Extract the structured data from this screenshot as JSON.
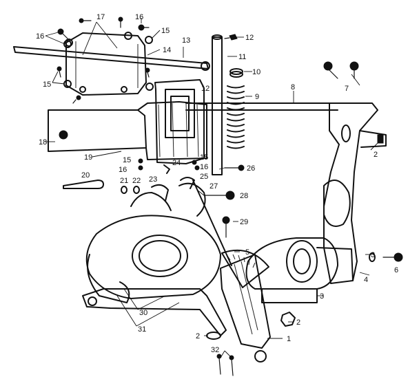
{
  "labels": [
    {
      "id": "1",
      "text": "1"
    },
    {
      "id": "2a",
      "text": "2"
    },
    {
      "id": "2b",
      "text": "2"
    },
    {
      "id": "2c",
      "text": "2"
    },
    {
      "id": "3a",
      "text": "3"
    },
    {
      "id": "3b",
      "text": "3"
    },
    {
      "id": "4",
      "text": "4"
    },
    {
      "id": "5",
      "text": "5"
    },
    {
      "id": "6",
      "text": "6"
    },
    {
      "id": "7",
      "text": "7"
    },
    {
      "id": "8",
      "text": "8"
    },
    {
      "id": "9",
      "text": "9"
    },
    {
      "id": "10",
      "text": "10"
    },
    {
      "id": "11",
      "text": "11"
    },
    {
      "id": "12a",
      "text": "12"
    },
    {
      "id": "12b",
      "text": "12"
    },
    {
      "id": "13",
      "text": "13"
    },
    {
      "id": "14",
      "text": "14"
    },
    {
      "id": "15a",
      "text": "15"
    },
    {
      "id": "15b",
      "text": "15"
    },
    {
      "id": "15c",
      "text": "15"
    },
    {
      "id": "15d",
      "text": "15"
    },
    {
      "id": "16a",
      "text": "16"
    },
    {
      "id": "16b",
      "text": "16"
    },
    {
      "id": "16c",
      "text": "16"
    },
    {
      "id": "16d",
      "text": "16"
    },
    {
      "id": "17",
      "text": "17"
    },
    {
      "id": "18",
      "text": "18"
    },
    {
      "id": "19",
      "text": "19"
    },
    {
      "id": "20",
      "text": "20"
    },
    {
      "id": "21",
      "text": "21"
    },
    {
      "id": "22",
      "text": "22"
    },
    {
      "id": "23",
      "text": "23"
    },
    {
      "id": "24",
      "text": "24"
    },
    {
      "id": "25",
      "text": "25"
    },
    {
      "id": "26",
      "text": "26"
    },
    {
      "id": "27",
      "text": "27"
    },
    {
      "id": "28",
      "text": "28"
    },
    {
      "id": "29",
      "text": "29"
    },
    {
      "id": "30",
      "text": "30"
    },
    {
      "id": "31",
      "text": "31"
    },
    {
      "id": "32",
      "text": "32"
    }
  ]
}
